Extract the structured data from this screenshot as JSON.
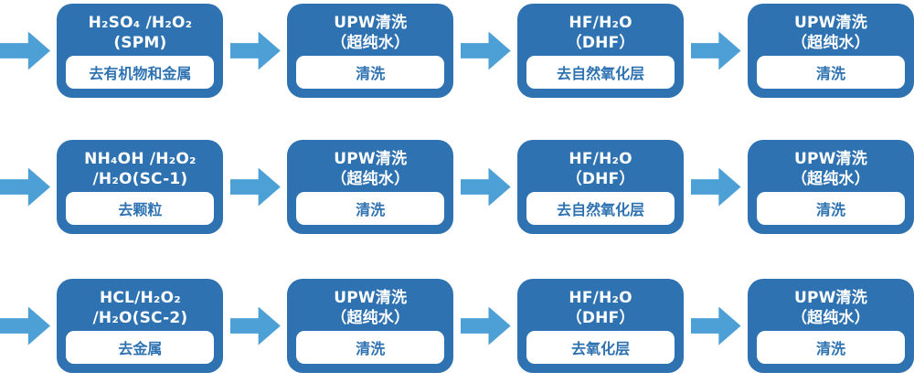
{
  "diagram": {
    "description_labels": {
      "type": "process-flow"
    },
    "palette": {
      "box_blue": "#2e72b2",
      "arrow_blue": "#4ca0d6",
      "label_text_blue": "#2e72b2",
      "title_text": "#ffffff",
      "background": "#ffffff"
    }
  },
  "rows": [
    {
      "steps": [
        {
          "title_lines": [
            "H₂SO₄ /H₂O₂",
            "(SPM)"
          ],
          "label": "去有机物和金属"
        },
        {
          "title_lines": [
            "UPW清洗",
            "（超纯水）"
          ],
          "label": "清洗"
        },
        {
          "title_lines": [
            "HF/H₂O",
            "（DHF）"
          ],
          "label": "去自然氧化层"
        },
        {
          "title_lines": [
            "UPW清洗",
            "（超纯水）"
          ],
          "label": "清洗"
        }
      ]
    },
    {
      "steps": [
        {
          "title_lines": [
            "NH₄OH /H₂O₂",
            "/H₂O(SC-1)"
          ],
          "label": "去颗粒"
        },
        {
          "title_lines": [
            "UPW清洗",
            "（超纯水）"
          ],
          "label": "清洗"
        },
        {
          "title_lines": [
            "HF/H₂O",
            "（DHF）"
          ],
          "label": "去自然氧化层"
        },
        {
          "title_lines": [
            "UPW清洗",
            "（超纯水）"
          ],
          "label": "清洗"
        }
      ]
    },
    {
      "steps": [
        {
          "title_lines": [
            "HCL/H₂O₂",
            "/H₂O(SC-2)"
          ],
          "label": "去金属"
        },
        {
          "title_lines": [
            "UPW清洗",
            "（超纯水）"
          ],
          "label": "清洗"
        },
        {
          "title_lines": [
            "HF/H₂O",
            "（DHF）"
          ],
          "label": "去氧化层"
        },
        {
          "title_lines": [
            "UPW清洗",
            "（超纯水）"
          ],
          "label": "清洗"
        }
      ]
    }
  ]
}
